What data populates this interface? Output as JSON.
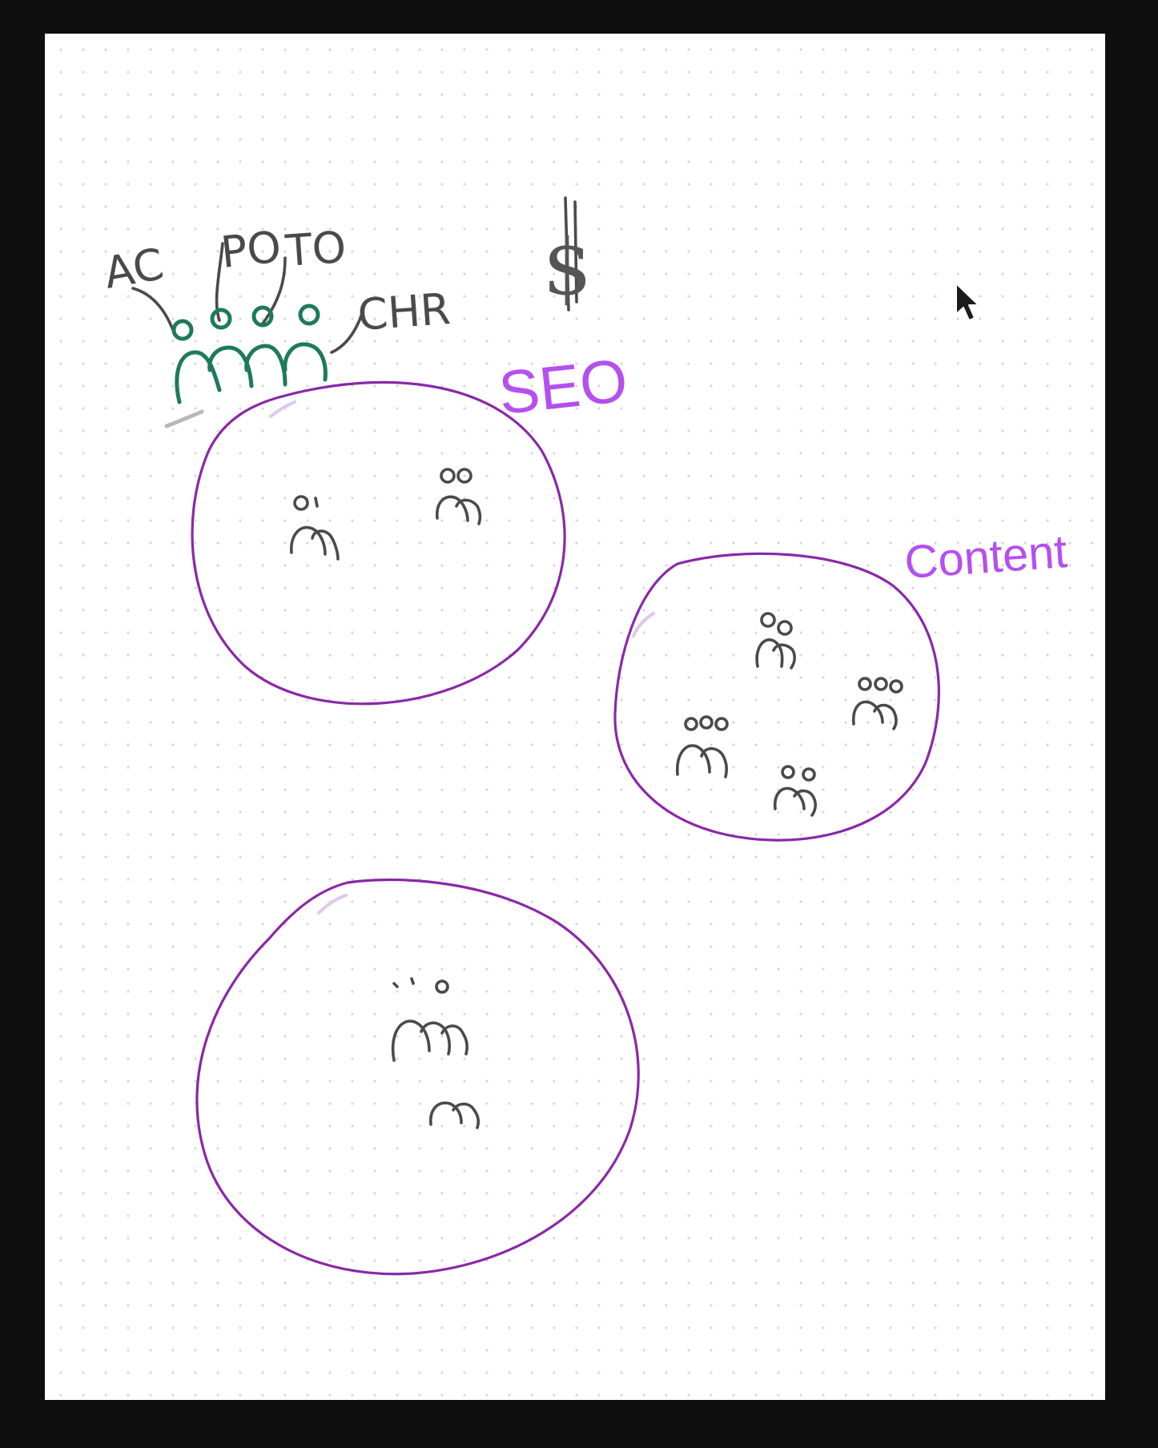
{
  "colors": {
    "background": "#0f0f0f",
    "canvas": "#ffffff",
    "grid_dot": "#d9d9d9",
    "ink_gray": "#4a4a4a",
    "ink_green": "#1e7a5a",
    "ink_purple": "#8a28a8",
    "ink_highlight": "#b54ff0"
  },
  "stakeholders": {
    "labels": [
      "AC",
      "PO",
      "TO",
      "CHR"
    ]
  },
  "symbol": "$",
  "groups": [
    {
      "label": "SEO"
    },
    {
      "label": "Content"
    },
    {
      "label": ""
    }
  ],
  "cursor": "pointer-arrow-icon"
}
